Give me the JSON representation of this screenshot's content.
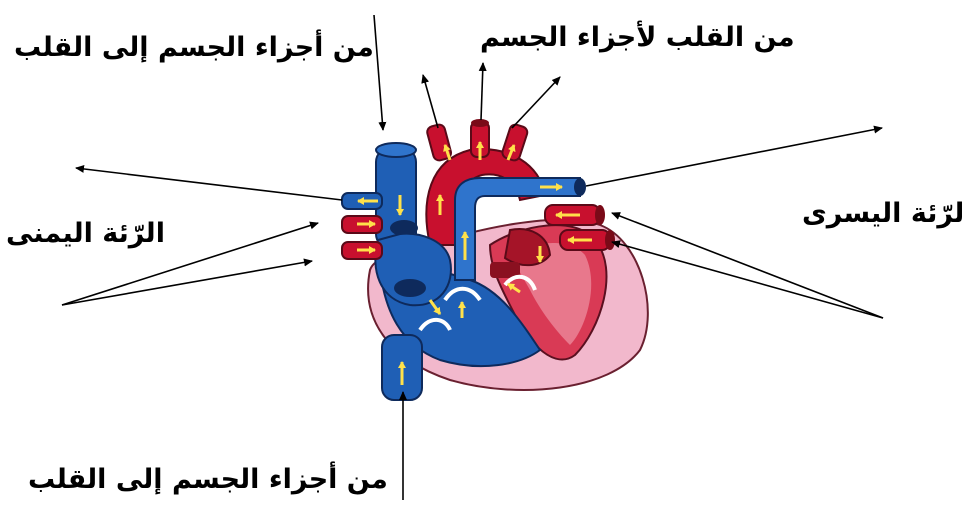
{
  "labels": {
    "from_body_top": "من أجزاء الجسم إلى القلب",
    "to_body": "من القلب لأجزاء الجسم",
    "right_lung": "الرّئة اليمنى",
    "left_lung": "الرّئة اليسرى",
    "from_body_bottom": "من أجزاء الجسم إلى القلب"
  },
  "colors": {
    "oxygenated": "#c8102e",
    "deoxygenated": "#1f5fb5",
    "pericardium": "#f2b8cc",
    "flow_arrow": "#ffe14a"
  }
}
